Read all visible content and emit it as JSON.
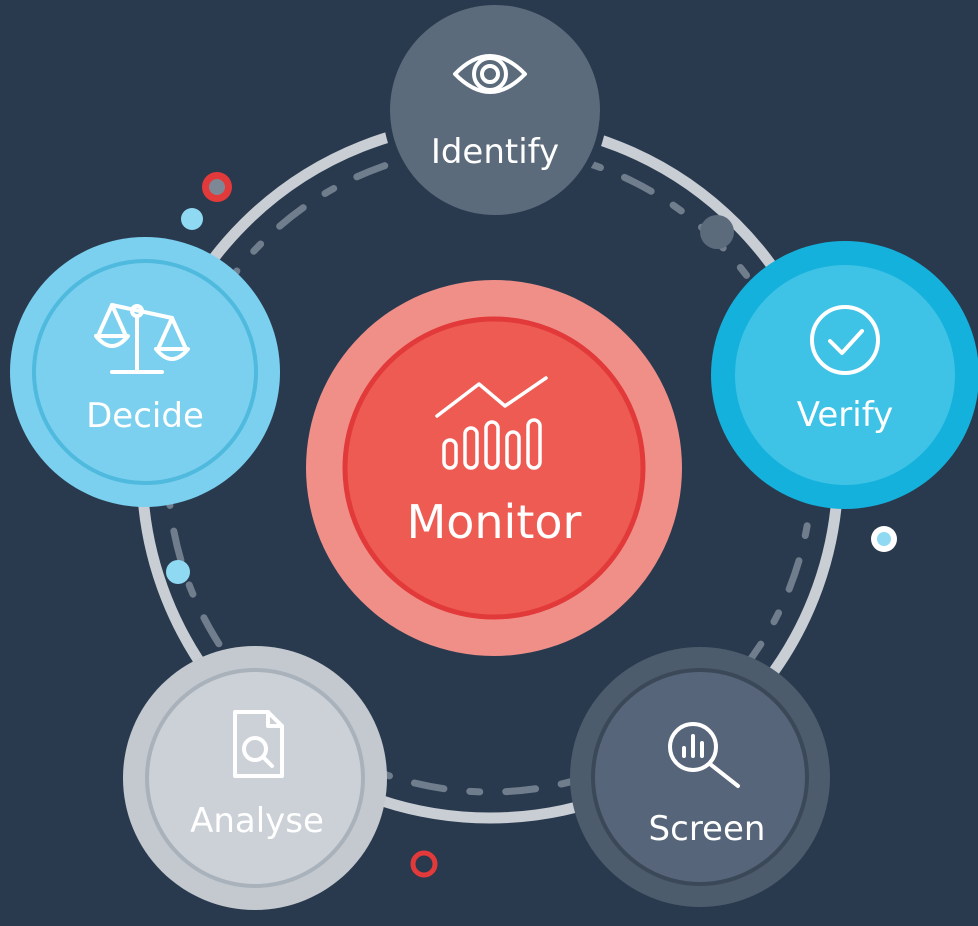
{
  "center": {
    "label": "Monitor",
    "icon": "chart-trend-icon"
  },
  "steps": [
    {
      "label": "Identify",
      "icon": "eye-icon"
    },
    {
      "label": "Verify",
      "icon": "check-circle-icon"
    },
    {
      "label": "Screen",
      "icon": "magnify-chart-icon"
    },
    {
      "label": "Analyse",
      "icon": "document-search-icon"
    },
    {
      "label": "Decide",
      "icon": "balance-scale-icon"
    }
  ],
  "colors": {
    "background": "#2a3a4e",
    "ring": "#c9ced5",
    "monitor_outer": "#f08f88",
    "monitor_inner": "#ee5b52",
    "identify": "#5b6b7b",
    "verify": "#14b1dc",
    "screen": "#4d5c6c",
    "analyse": "#c4c9d0",
    "decide": "#7ad0ee",
    "accent_red": "#e23a3a",
    "accent_cyan": "#8fd9f2"
  }
}
